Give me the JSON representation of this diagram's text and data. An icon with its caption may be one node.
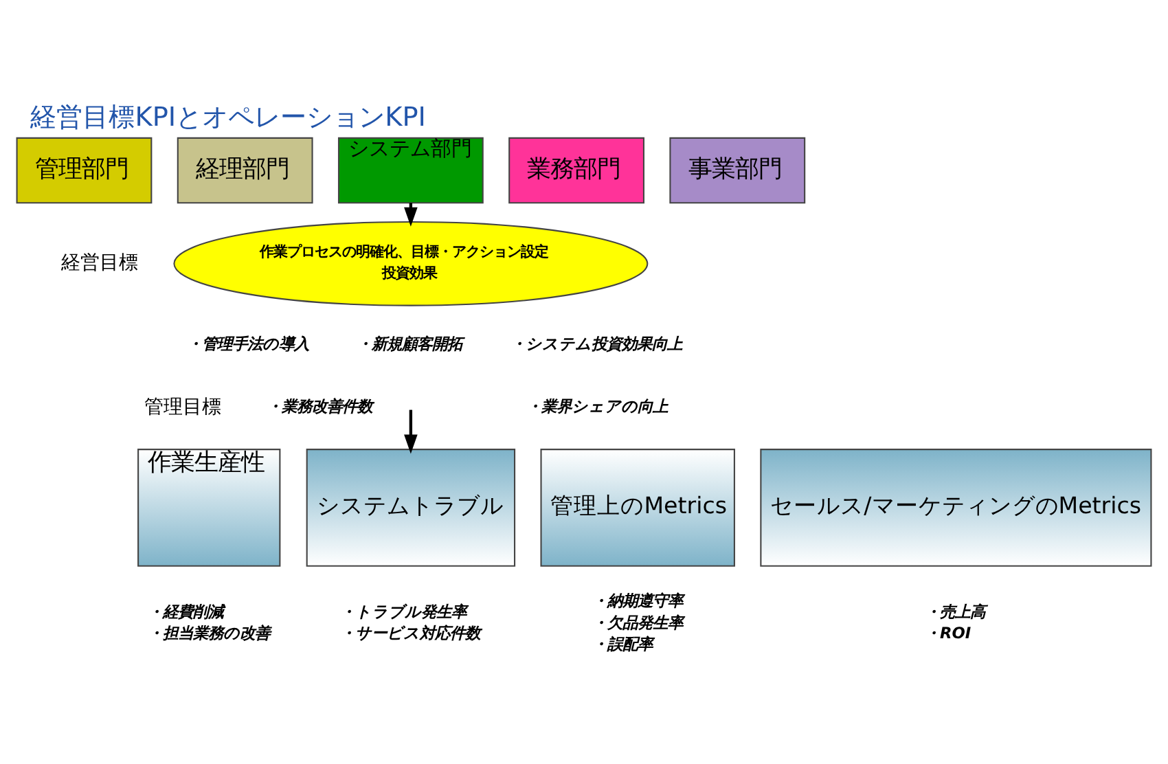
{
  "diagram": {
    "title": "経営目標KPIとオペレーションKPI",
    "nodes": [
      {
        "text": [
          "管理部門"
        ]
      },
      {
        "text": [
          "経理部門"
        ]
      },
      {
        "text": [
          "システム部門"
        ]
      },
      {
        "text": [
          "業務部門"
        ]
      },
      {
        "text": [
          "事業部門"
        ]
      },
      {
        "text": [
          "作業プロセスの明確化、目標・アクション設定",
          "投資効果"
        ]
      },
      {
        "text": [
          "作業生産性"
        ],
        "beside": [
          "・経費削減",
          "・担当業務の改善"
        ]
      },
      {
        "text": [
          "システムトラブル"
        ],
        "beside": [
          "・トラブル発生率",
          "・サービス対応件数"
        ]
      },
      {
        "text": [
          "管理上のMetrics"
        ],
        "beside": [
          "・納期遵守率",
          "・欠品発生率",
          "・誤配率"
        ]
      },
      {
        "text": [
          "セールス/マーケティングのMetrics"
        ],
        "beside": [
          "・売上高",
          "・ROI"
        ]
      }
    ],
    "edges": [
      {
        "from": 2,
        "to": 5,
        "arrow": "to"
      },
      {
        "from": null,
        "to": 7,
        "arrow": "to"
      }
    ],
    "labels": [
      "経営目標",
      "・管理手法の導入",
      "・新規顧客開拓",
      "・システム投資効果向上",
      "管理目標",
      "・業務改善件数",
      "・業界シェアの向上"
    ]
  }
}
